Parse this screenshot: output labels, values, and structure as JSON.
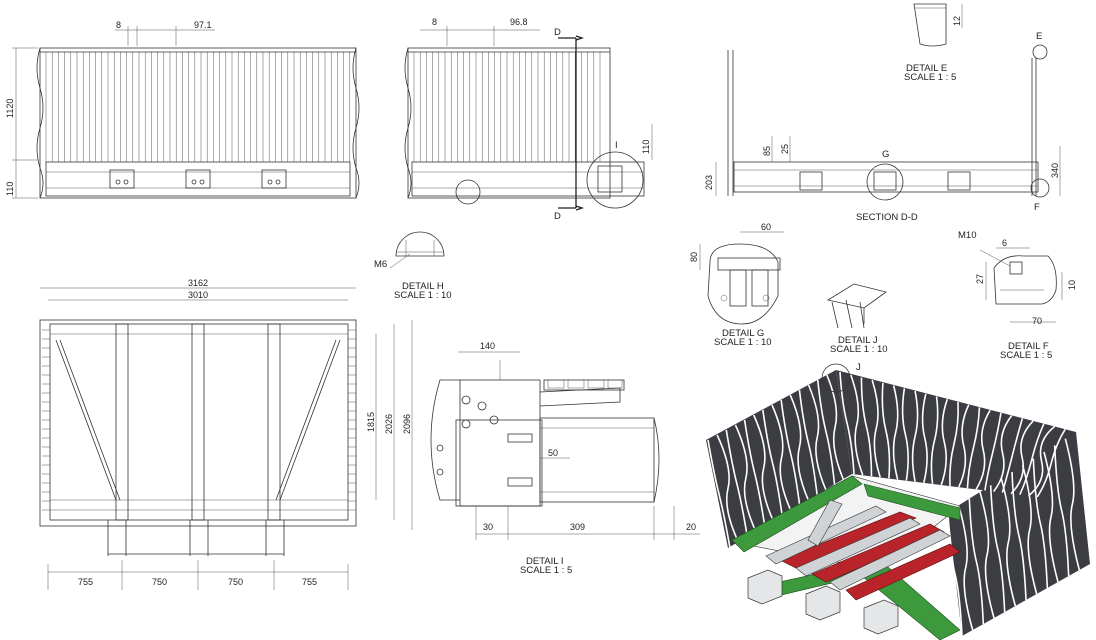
{
  "dims": {
    "front_gap": "8",
    "front_pitch": "97.1",
    "front_height": "1120",
    "front_base": "110",
    "side_gap": "8",
    "side_pitch": "96.8",
    "side_base_right": "110",
    "plan_width_outer": "3162",
    "plan_width_inner": "3010",
    "plan_depth_1815": "1815",
    "plan_depth_2026": "2026",
    "plan_depth_2096": "2096",
    "plan_bay_1": "755",
    "plan_bay_2": "750",
    "plan_bay_3": "750",
    "plan_bay_4": "755",
    "sec_85": "85",
    "sec_25": "25",
    "sec_203": "203",
    "sec_340": "340",
    "e_12": "12",
    "g_60": "60",
    "g_80": "80",
    "f_6": "6",
    "f_27": "27",
    "f_10": "10",
    "f_70": "70",
    "f_m10": "M10",
    "h_m6": "M6",
    "i_140": "140",
    "i_50": "50",
    "i_30": "30",
    "i_309": "309",
    "i_20": "20"
  },
  "markers": {
    "d_top": "D",
    "d_bottom": "D",
    "i": "I",
    "e": "E",
    "f": "F",
    "g": "G",
    "j": "J"
  },
  "labels": {
    "detail_h": "DETAIL H",
    "detail_h_scale": "SCALE 1 : 10",
    "detail_e": "DETAIL E",
    "detail_e_scale": "SCALE 1 : 5",
    "section_dd": "SECTION D-D",
    "detail_g": "DETAIL G",
    "detail_g_scale": "SCALE 1 : 10",
    "detail_j": "DETAIL J",
    "detail_j_scale": "SCALE 1 : 10",
    "detail_f": "DETAIL F",
    "detail_f_scale": "SCALE 1 : 5",
    "detail_i": "DETAIL I",
    "detail_i_scale": "SCALE 1 : 5"
  },
  "colors": {
    "line": "#333333",
    "frame_green": "#3c9a3c",
    "beam_red": "#b8242a",
    "panel_dark": "#3b3d42",
    "gusset_grey": "#cfd3d6"
  }
}
